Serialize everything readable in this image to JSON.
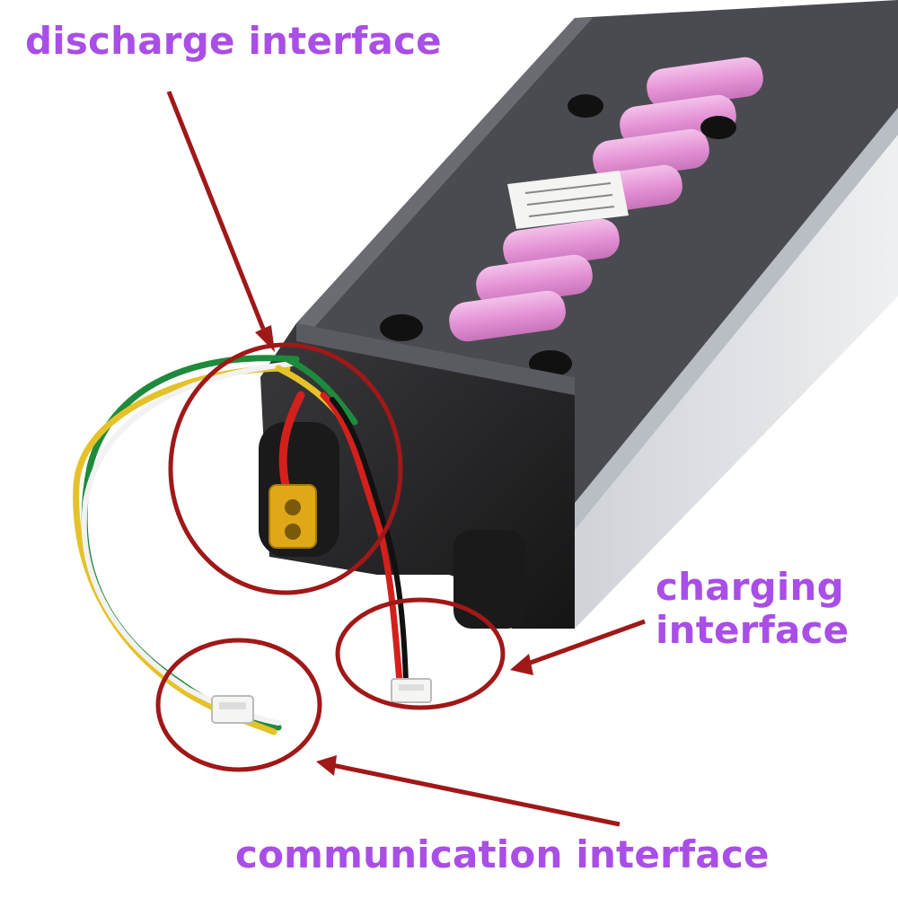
{
  "labels": {
    "discharge": "discharge interface",
    "charging_line1": "charging",
    "charging_line2": "interface",
    "communication": "communication interface"
  },
  "colors": {
    "label_text": "#a94ee6",
    "annotation": "#a01818",
    "cell_pink": "#e59ad8",
    "pack_dark": "#2a2a2c",
    "wire_red": "#d4201c",
    "wire_green": "#1e8a3c",
    "wire_yellow": "#e5c22a",
    "connector_yellow": "#e0a818"
  }
}
